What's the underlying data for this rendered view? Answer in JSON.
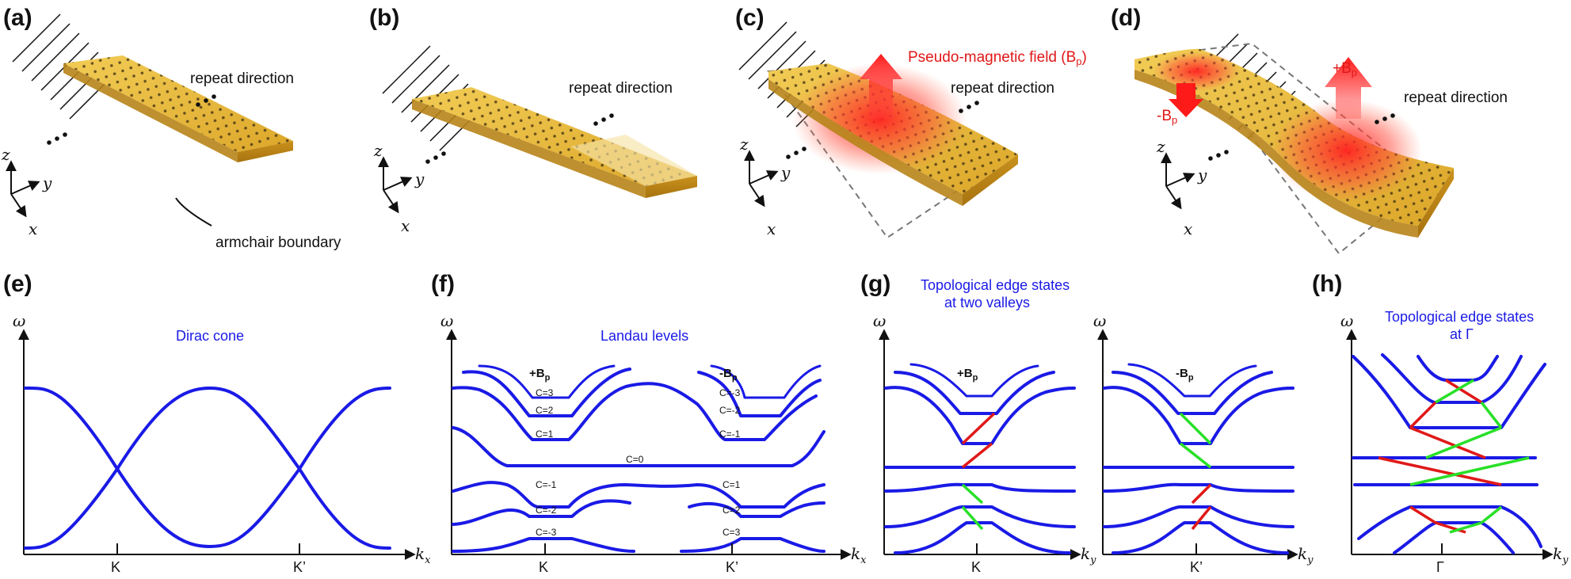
{
  "panels": {
    "a": {
      "label": "(a)",
      "repeat": "repeat direction",
      "boundary": "armchair boundary"
    },
    "b": {
      "label": "(b)",
      "repeat": "repeat direction"
    },
    "c": {
      "label": "(c)",
      "repeat": "repeat direction",
      "field": "Pseudo-magnetic field (B",
      "field_sub": "p",
      "field_close": ")"
    },
    "d": {
      "label": "(d)",
      "repeat": "repeat direction",
      "plus": "+B",
      "minus": "-B",
      "sub": "p"
    },
    "e": {
      "label": "(e)",
      "title": "Dirac cone",
      "y": "ω",
      "x": "k",
      "xsub": "x",
      "ticks": [
        "K",
        "K’"
      ]
    },
    "f": {
      "label": "(f)",
      "title": "Landau levels",
      "y": "ω",
      "x": "k",
      "xsub": "x",
      "ticks": [
        "K",
        "K’"
      ],
      "left_field": "+B",
      "right_field": "-B",
      "sub": "p",
      "left_upper": [
        "C=3",
        "C=2",
        "C=1"
      ],
      "right_upper": [
        "C=-3",
        "C=-2",
        "C=-1"
      ],
      "center": "C=0",
      "left_lower": [
        "C=-1",
        "C=-2",
        "C=-3"
      ],
      "right_lower": [
        "C=1",
        "C=2",
        "C=3"
      ]
    },
    "g": {
      "label": "(g)",
      "title1": "Topological edge states",
      "title2": "at two valleys",
      "y": "ω",
      "x": "k",
      "xsub": "y",
      "left_field": "+B",
      "right_field": "-B",
      "sub": "p",
      "ticks": [
        "K",
        "K’"
      ]
    },
    "h": {
      "label": "(h)",
      "title1": "Topological edge states",
      "title2": "at Γ",
      "y": "ω",
      "x": "k",
      "xsub": "y",
      "ticks": [
        "Γ"
      ]
    }
  },
  "axes3d": {
    "z": "z",
    "y": "y",
    "x": "x"
  },
  "colors": {
    "band": "#1a1ae6",
    "edge_red": "#e01818",
    "edge_green": "#28e028",
    "plate": "#e8b83a",
    "field": "#ff2a2a"
  }
}
